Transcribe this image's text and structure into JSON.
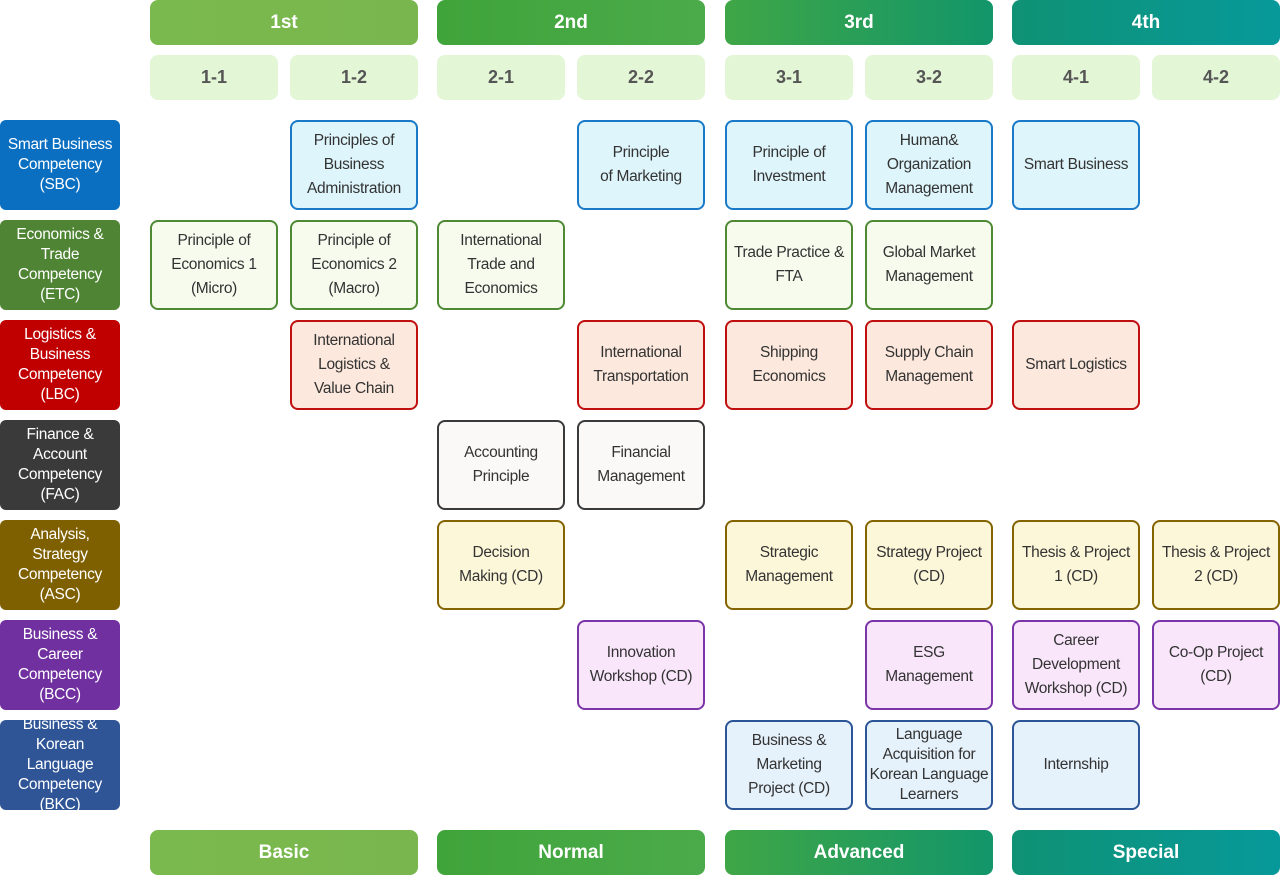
{
  "years": [
    {
      "label": "1st",
      "color_start": "#7ab94d",
      "color_end": "#79b74e"
    },
    {
      "label": "2nd",
      "color_start": "#3fa43a",
      "color_end": "#4bab4a"
    },
    {
      "label": "3rd",
      "color_start": "#3fa646",
      "color_end": "#12966a"
    },
    {
      "label": "4th",
      "color_start": "#0f9274",
      "color_end": "#07999a"
    }
  ],
  "semesters": [
    "1-1",
    "1-2",
    "2-1",
    "2-2",
    "3-1",
    "3-2",
    "4-1",
    "4-2"
  ],
  "categories": [
    {
      "label": "Smart Business\nCompetency\n(SBC)",
      "color": "#0a6fc1"
    },
    {
      "label": "Economics &\nTrade\nCompetency\n(ETC)",
      "color": "#4e8433"
    },
    {
      "label": "Logistics &\nBusiness\nCompetency\n(LBC)",
      "color": "#c00000"
    },
    {
      "label": "Finance &\nAccount\nCompetency\n(FAC)",
      "color": "#3a3a3a"
    },
    {
      "label": "Analysis,\nStrategy\nCompetency\n(ASC)",
      "color": "#7f6000"
    },
    {
      "label": "Business &\nCareer\nCompetency\n(BCC)",
      "color": "#7030a0"
    },
    {
      "label": "Business &\nKorean Language\nCompetency\n(BKC)",
      "color": "#2f5597"
    }
  ],
  "courses": [
    {
      "text": "Principles of\nBusiness\nAdministration",
      "row": 0,
      "col": 1,
      "cat": "sbc"
    },
    {
      "text": "Principle\nof Marketing",
      "row": 0,
      "col": 3,
      "cat": "sbc"
    },
    {
      "text": "Principle of\nInvestment",
      "row": 0,
      "col": 4,
      "cat": "sbc"
    },
    {
      "text": "Human&\nOrganization\nManagement",
      "row": 0,
      "col": 5,
      "cat": "sbc"
    },
    {
      "text": "Smart Business",
      "row": 0,
      "col": 6,
      "cat": "sbc"
    },
    {
      "text": "Principle of\nEconomics 1\n(Micro)",
      "row": 1,
      "col": 0,
      "cat": "etc"
    },
    {
      "text": "Principle of\nEconomics 2\n(Macro)",
      "row": 1,
      "col": 1,
      "cat": "etc"
    },
    {
      "text": "International\nTrade and\nEconomics",
      "row": 1,
      "col": 2,
      "cat": "etc"
    },
    {
      "text": "Trade Practice &\nFTA",
      "row": 1,
      "col": 4,
      "cat": "etc"
    },
    {
      "text": "Global Market\nManagement",
      "row": 1,
      "col": 5,
      "cat": "etc"
    },
    {
      "text": "International\nLogistics &\nValue Chain",
      "row": 2,
      "col": 1,
      "cat": "lbc"
    },
    {
      "text": "International\nTransportation",
      "row": 2,
      "col": 3,
      "cat": "lbc"
    },
    {
      "text": "Shipping\nEconomics",
      "row": 2,
      "col": 4,
      "cat": "lbc"
    },
    {
      "text": "Supply Chain\nManagement",
      "row": 2,
      "col": 5,
      "cat": "lbc"
    },
    {
      "text": "Smart Logistics",
      "row": 2,
      "col": 6,
      "cat": "lbc"
    },
    {
      "text": "Accounting\nPrinciple",
      "row": 3,
      "col": 2,
      "cat": "fac"
    },
    {
      "text": "Financial\nManagement",
      "row": 3,
      "col": 3,
      "cat": "fac"
    },
    {
      "text": "Decision\nMaking (CD)",
      "row": 4,
      "col": 2,
      "cat": "asc"
    },
    {
      "text": "Strategic\nManagement",
      "row": 4,
      "col": 4,
      "cat": "asc"
    },
    {
      "text": "Strategy Project\n(CD)",
      "row": 4,
      "col": 5,
      "cat": "asc"
    },
    {
      "text": "Thesis & Project\n1 (CD)",
      "row": 4,
      "col": 6,
      "cat": "asc"
    },
    {
      "text": "Thesis & Project\n2 (CD)",
      "row": 4,
      "col": 7,
      "cat": "asc"
    },
    {
      "text": "Innovation\nWorkshop (CD)",
      "row": 5,
      "col": 3,
      "cat": "bcc"
    },
    {
      "text": "ESG\nManagement",
      "row": 5,
      "col": 5,
      "cat": "bcc"
    },
    {
      "text": "Career\nDevelopment\nWorkshop (CD)",
      "row": 5,
      "col": 6,
      "cat": "bcc"
    },
    {
      "text": "Co-Op Project\n(CD)",
      "row": 5,
      "col": 7,
      "cat": "bcc"
    },
    {
      "text": "Business &\nMarketing\nProject (CD)",
      "row": 6,
      "col": 4,
      "cat": "bkc"
    },
    {
      "text": "Language\nAcquisition for\nKorean Language\nLearners",
      "row": 6,
      "col": 5,
      "cat": "bkc"
    },
    {
      "text": "Internship",
      "row": 6,
      "col": 6,
      "cat": "bkc"
    }
  ],
  "levels": [
    {
      "label": "Basic",
      "color_start": "#7ab94d",
      "color_end": "#79b74e"
    },
    {
      "label": "Normal",
      "color_start": "#3fa43a",
      "color_end": "#4bab4a"
    },
    {
      "label": "Advanced",
      "color_start": "#3fa646",
      "color_end": "#12966a"
    },
    {
      "label": "Special",
      "color_start": "#0f9274",
      "color_end": "#07999a"
    }
  ]
}
